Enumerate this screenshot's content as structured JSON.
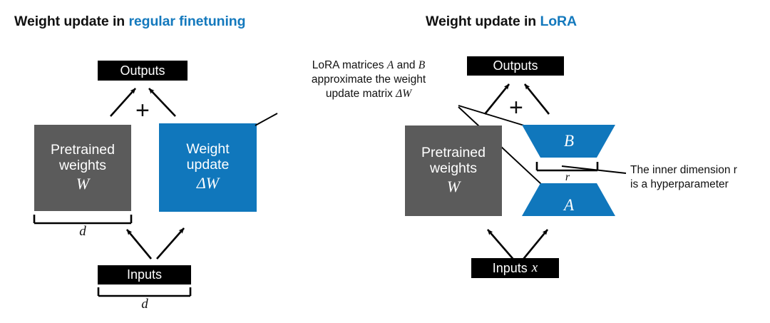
{
  "figure": {
    "colors": {
      "accent_blue": "#1077bc",
      "title_blue": "#1479bd",
      "pretrained_gray": "#5b5b5b",
      "box_black": "#000000",
      "background": "#ffffff"
    }
  },
  "left_panel": {
    "title_prefix": "Weight update in ",
    "title_accent": "regular finetuning",
    "outputs_box": "Outputs",
    "combine_symbol": "+",
    "pretrained_box": {
      "line1": "Pretrained",
      "line2": "weights",
      "symbol": "W"
    },
    "update_box": {
      "line1": "Weight",
      "line2": "update",
      "symbol": "ΔW"
    },
    "weights_width_label": "d",
    "inputs_box": "Inputs",
    "inputs_width_label": "d"
  },
  "right_panel": {
    "title_prefix": "Weight update in ",
    "title_accent": "LoRA",
    "outputs_box": "Outputs",
    "combine_symbol": "+",
    "pretrained_box": {
      "line1": "Pretrained",
      "line2": "weights",
      "symbol": "W"
    },
    "matrix_b_label": "B",
    "matrix_a_label": "A",
    "inner_dim_label": "r",
    "inputs_box_text": "Inputs",
    "inputs_box_symbol": "x"
  },
  "annotations": {
    "lora_matrices": {
      "line1_a": "LoRA matrices ",
      "line1_sym1": "A",
      "line1_b": " and ",
      "line1_sym2": "B",
      "line2": "approximate the weight",
      "line3_a": "update matrix ",
      "line3_sym": "ΔW"
    },
    "inner_dimension": {
      "line1_a": "The inner dimension ",
      "line1_sym": "r",
      "line2": "is a hyperparameter"
    }
  }
}
